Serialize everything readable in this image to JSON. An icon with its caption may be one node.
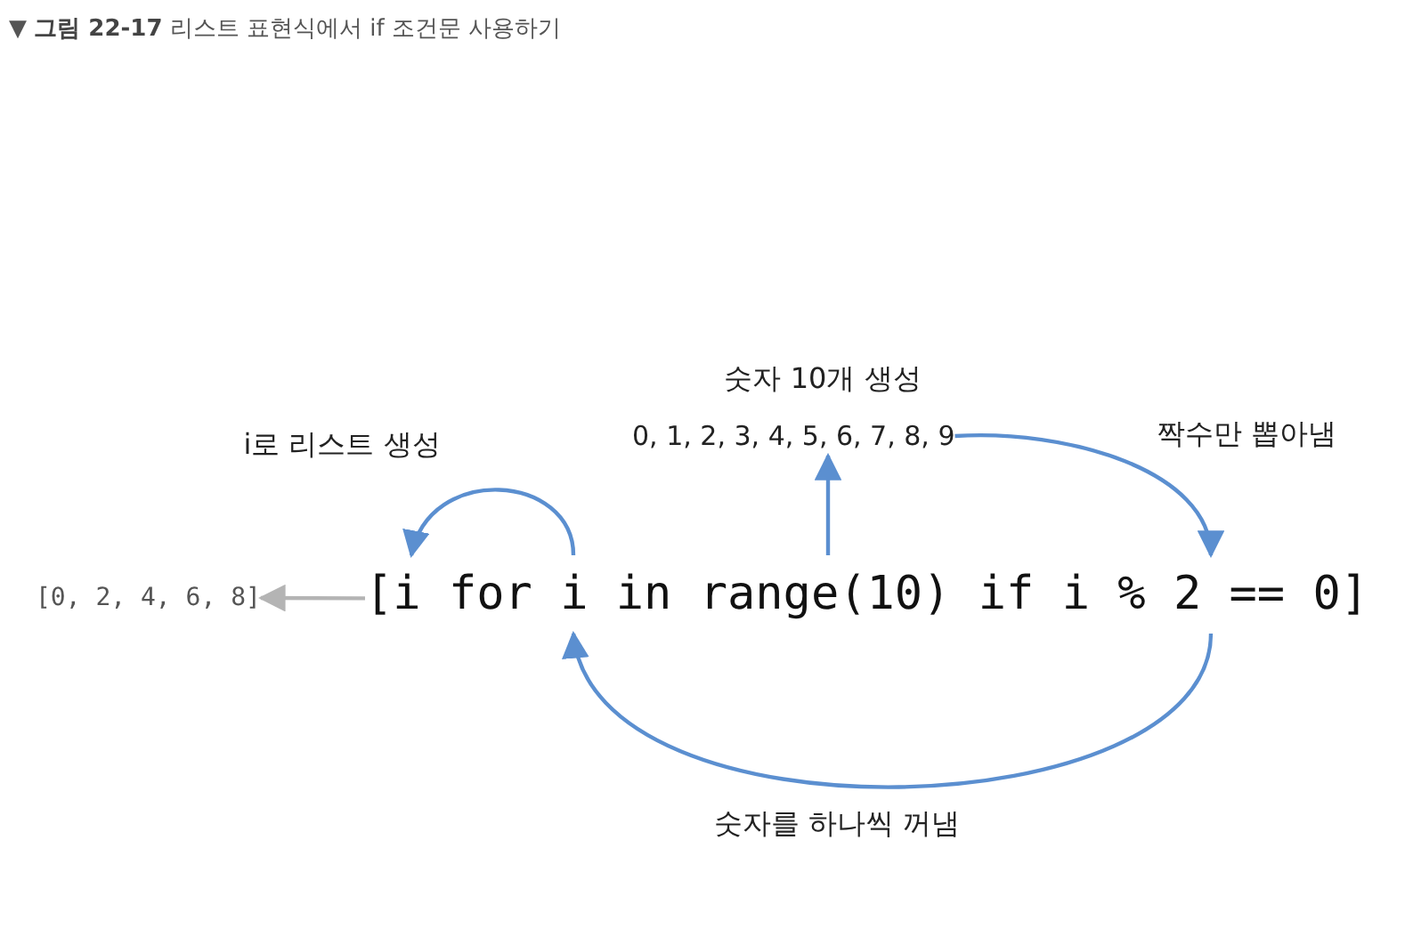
{
  "diagram": {
    "title": "▼ **그림 22-17** 리스트 표현식에서 if 조건문 사용하기",
    "nodes": [
      {
        "text": [
          "[0, 2, 4, 6, 8]"
        ]
      },
      {
        "text": [
          "[i for i in range(10) if i % 2 == 0]"
        ]
      },
      {
        "text": [
          "0, 1, 2, 3, 4, 5, 6, 7, 8, 9"
        ],
        "beside": [
          "숫자 10개 생성"
        ]
      }
    ],
    "edges": [
      {
        "from": 1,
        "to": 0,
        "arrow": "to",
        "color": "#b4b4b4"
      },
      {
        "from": 1,
        "to": 2,
        "arrow": "to"
      },
      {
        "from": 2,
        "to": 1,
        "arrow": "to",
        "label": "짝수만 뽑아냄"
      },
      {
        "from": 1,
        "to": 1,
        "arrow": "to",
        "label": "숫자를 하나씩 꺼냄"
      },
      {
        "from": 1,
        "to": 1,
        "arrow": "to",
        "label": "i로 리스트 생성"
      }
    ]
  }
}
